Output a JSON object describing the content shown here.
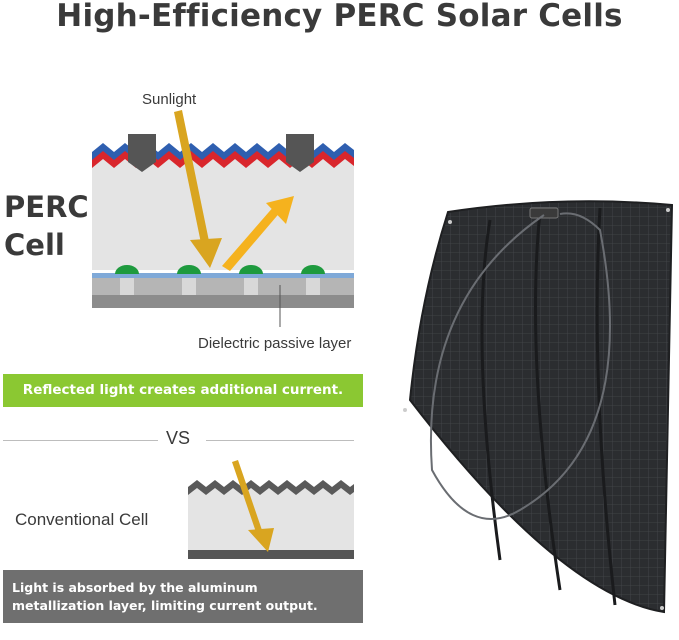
{
  "title": "High-Efficiency PERC Solar Cells",
  "perc_cell": {
    "label_line1": "PERC",
    "label_line2": "Cell",
    "sunlight_label": "Sunlight",
    "dielectric_label": "Dielectric passive layer"
  },
  "banner_reflected": "Reflected light creates additional current.",
  "vs_label": "VS",
  "conventional": {
    "label": "Conventional Cell"
  },
  "banner_absorbed": {
    "line1": "Light is absorbed by the aluminum",
    "line2": "metallization layer, limiting current output."
  },
  "colors": {
    "title": "#3a3a3a",
    "green_banner": "#8bc832",
    "gray_banner": "#6f6f6f",
    "arrow_gold": "#d9a520",
    "blue_layer": "#2f5fb0",
    "red_layer": "#d9262c",
    "green_contacts": "#1e9a3e"
  },
  "icons": {
    "sunlight_arrow": "arrow-down-right-icon",
    "reflected_arrow": "arrow-up-right-icon"
  }
}
